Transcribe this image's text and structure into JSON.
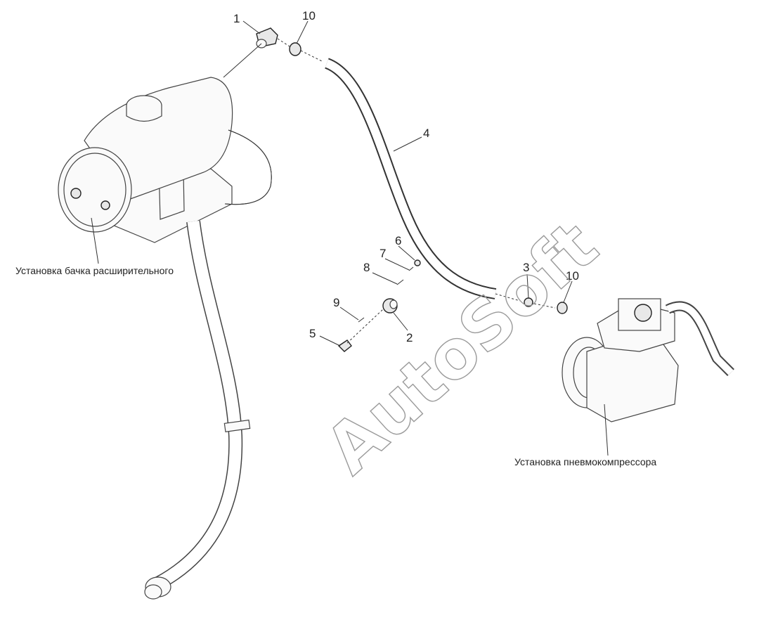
{
  "labels": {
    "tank_caption": "Установка бачка расширительного",
    "compressor_caption": "Установка пневмокомпрессора",
    "callouts": [
      "1",
      "10",
      "4",
      "6",
      "7",
      "8",
      "3",
      "10",
      "9",
      "2",
      "5"
    ]
  },
  "watermark": "AutoSoft",
  "colors": {
    "line": "#333333",
    "watermark": "#9a9a9a",
    "background": "#ffffff"
  }
}
